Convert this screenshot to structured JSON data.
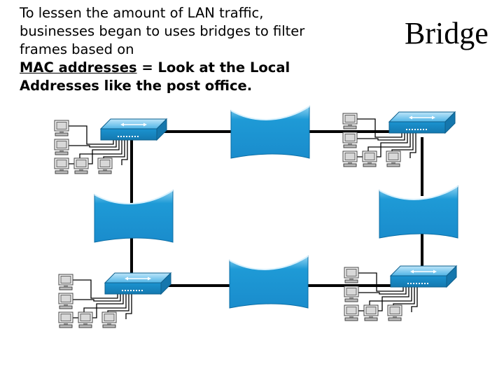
{
  "title": "Bridge",
  "intro": {
    "line1": "To lessen the amount of LAN traffic,",
    "line2": "businesses began to uses bridges to filter",
    "line3": "frames based on",
    "mac_term": "MAC addresses",
    "line4_rest": " = Look at the Local",
    "line5": "Addresses like the post office."
  },
  "colors": {
    "bridge_blue": "#1e9ad6",
    "bridge_light": "#8fd3f2",
    "hub_blue": "#1b93d0",
    "link": "#000000",
    "pc_gray": "#9a9a9a"
  },
  "diagram": {
    "hubs": [
      {
        "id": "hub-top-left",
        "icon": "hub-icon",
        "pcs": 5
      },
      {
        "id": "hub-top-right",
        "icon": "hub-icon",
        "pcs": 5
      },
      {
        "id": "hub-bottom-left",
        "icon": "hub-icon",
        "pcs": 5
      },
      {
        "id": "hub-bottom-right",
        "icon": "hub-icon",
        "pcs": 5
      }
    ],
    "bridges": [
      {
        "id": "bridge-top",
        "icon": "bridge-icon"
      },
      {
        "id": "bridge-left",
        "icon": "bridge-icon"
      },
      {
        "id": "bridge-right",
        "icon": "bridge-icon"
      },
      {
        "id": "bridge-bottom",
        "icon": "bridge-icon"
      }
    ]
  }
}
